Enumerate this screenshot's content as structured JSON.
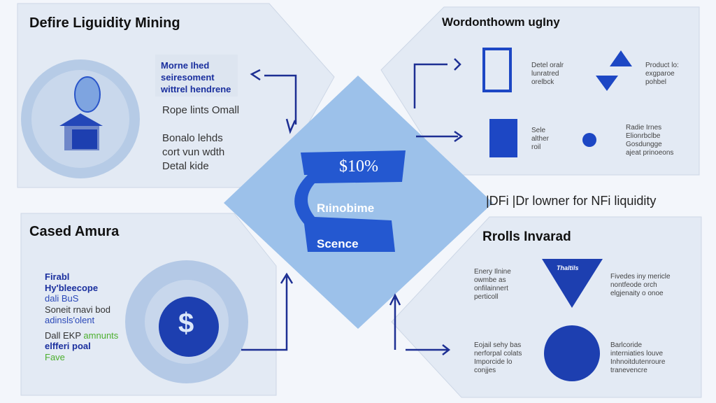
{
  "colors": {
    "accent": "#1f47c4",
    "panel": "#e4ebf5",
    "box": "#d8e1ee",
    "diamond": "#8fb7e6",
    "green": "#4caf2e"
  },
  "top_left": {
    "title": "Defire Liguidity Mining",
    "highlight": [
      "Morne Ihed",
      "seiresoment",
      "wittrel hendrene"
    ],
    "line2": "Rope lints Omall",
    "line3": [
      "Bonalo lehds",
      "cort vun wdth",
      "Detal kide"
    ]
  },
  "top_right": {
    "title": "Wordonthowm ugIny",
    "cells": [
      {
        "icon": "document-icon",
        "text": [
          "Detel oralr",
          "lunratred",
          "orelbck"
        ]
      },
      {
        "icon": "exchange-arrows-icon",
        "text": [
          "Product lo:",
          "exgparoe",
          "pohbel"
        ]
      },
      {
        "icon": "vault-icon",
        "text": [
          "Sele",
          "alther",
          "roil"
        ]
      },
      {
        "icon": "star-network-icon",
        "text": [
          "Radie Irnes",
          "Elionrbclbe",
          "Gosdungge",
          "ajeat prinoeons"
        ]
      }
    ],
    "caption": "|DFi |Dr lowner for NFi liquidity"
  },
  "center": {
    "ribbon": [
      "$10%",
      "Rıinobime",
      "Scence"
    ]
  },
  "bottom_left": {
    "title": "Cased Amura",
    "lines": [
      {
        "text": "Firabl",
        "style": "blue"
      },
      {
        "text": "Hy'bleecope",
        "style": "blue"
      },
      {
        "text": "dali BuS",
        "style": "blue-light"
      },
      {
        "text": "Soneit rnavi bod",
        "style": "gray"
      },
      {
        "text": "adinsls'olent",
        "style": "blue-light"
      },
      {
        "text": "Dall EKP",
        "style": "gray",
        "extra": "amnunts"
      },
      {
        "text": "elfferi poal",
        "style": "blue"
      },
      {
        "text": "Fave",
        "style": "green"
      }
    ],
    "coin_symbol": "$"
  },
  "bottom_right": {
    "title": "Rrolls Invarad",
    "row1": {
      "left": [
        "Enery Ilnine",
        "owmbe as",
        "onfilainnert",
        "perticoll"
      ],
      "badge": "Thaltils",
      "right": [
        "Fivedes iny mericle",
        "nontfeode orch",
        "elgjenaity o onoe"
      ]
    },
    "row2": {
      "left": [
        "Eojail sehy bas",
        "nerforpal colats",
        "Imporcide lo",
        "conjjes"
      ],
      "right": [
        "Barlcoride",
        "interniaties louve",
        "Inhnoitdutenroure",
        "tranevencre"
      ]
    }
  }
}
